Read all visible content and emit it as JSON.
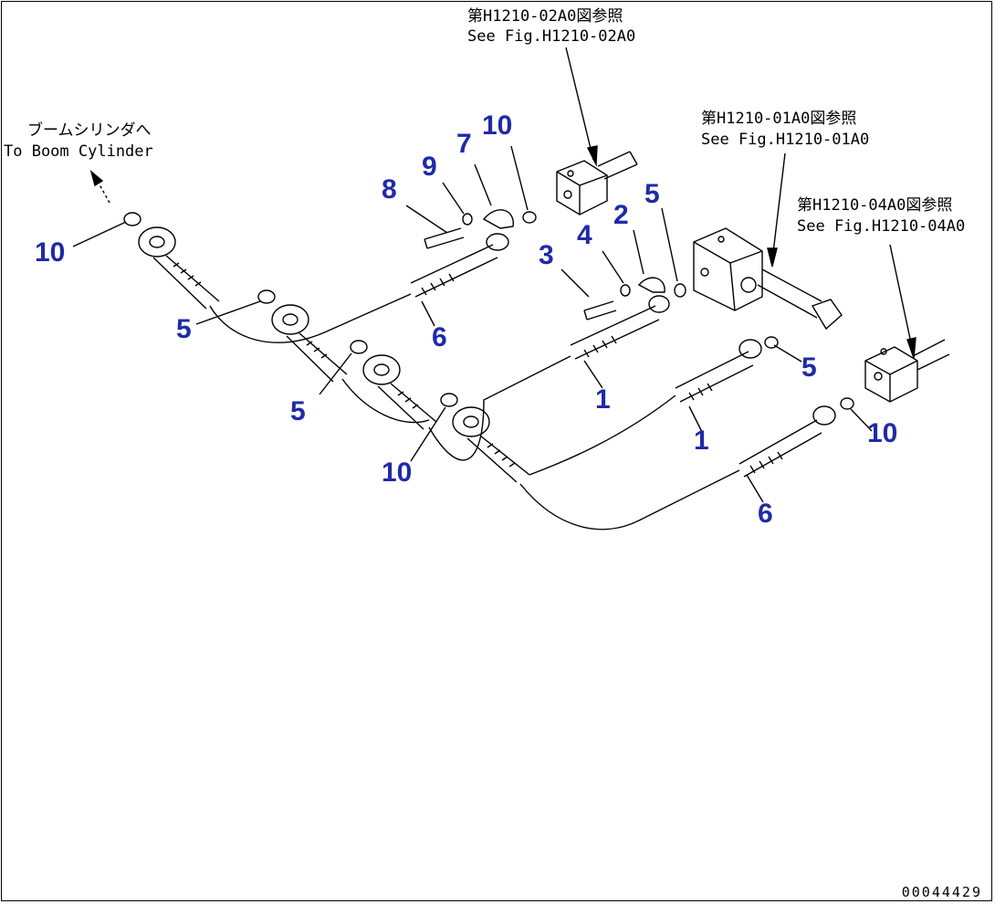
{
  "references": {
    "fig_02a0_jp": "第H1210-02A0図参照",
    "fig_02a0_en": "See Fig.H1210-02A0",
    "fig_01a0_jp": "第H1210-01A0図参照",
    "fig_01a0_en": "See Fig.H1210-01A0",
    "fig_04a0_jp": "第H1210-04A0図参照",
    "fig_04a0_en": "See Fig.H1210-04A0",
    "boom_jp": "ブームシリンダへ",
    "boom_en": "To Boom Cylinder"
  },
  "callouts": {
    "c10_left": "10",
    "c5_a": "5",
    "c5_b": "5",
    "c10_mid": "10",
    "c8": "8",
    "c9": "9",
    "c7": "7",
    "c10_top": "10",
    "c6_upper": "6",
    "c3": "3",
    "c4": "4",
    "c2": "2",
    "c5_top": "5",
    "c1_a": "1",
    "c1_b": "1",
    "c5_right": "5",
    "c10_right": "10",
    "c6_lower": "6"
  },
  "doc_id": "00044429",
  "colors": {
    "callout": "#1f2aa8",
    "line": "#000000"
  }
}
